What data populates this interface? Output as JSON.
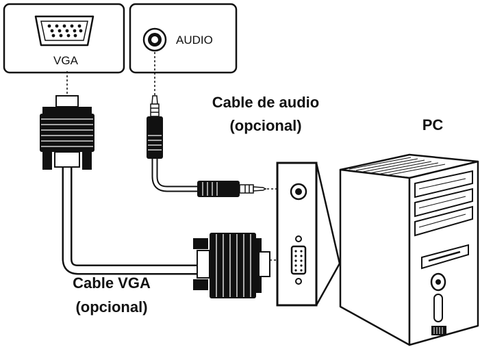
{
  "ports": {
    "vga_label": "VGA",
    "audio_label": "AUDIO"
  },
  "cables": {
    "audio_line1": "Cable de audio",
    "audio_line2": "(opcional)",
    "vga_line1": "Cable VGA",
    "vga_line2": "(opcional)"
  },
  "pc_label": "PC"
}
